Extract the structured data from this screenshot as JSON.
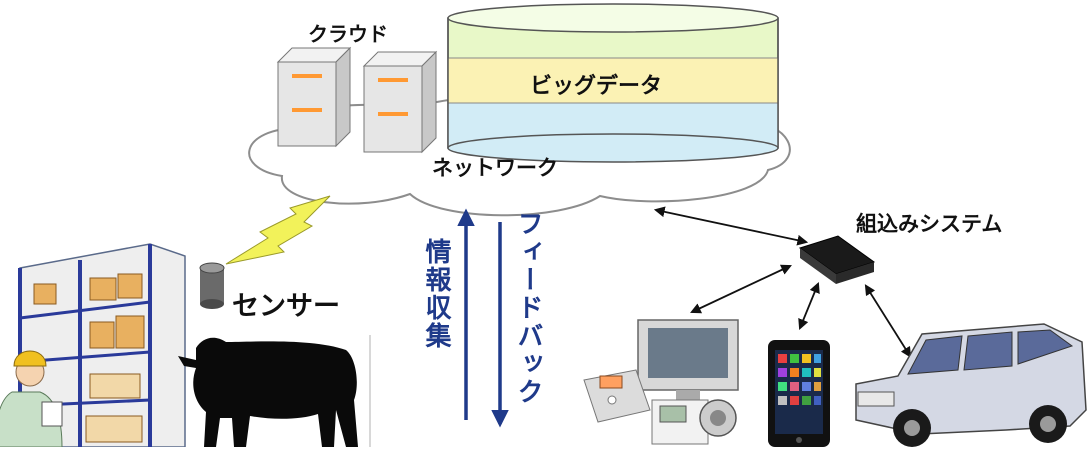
{
  "labels": {
    "cloud": "クラウド",
    "big_data": "ビッグデータ",
    "network": "ネットワーク",
    "embedded": "組込みシステム",
    "sensor": "センサー",
    "info_collection": "情報収集",
    "feedback": "フィードバック"
  },
  "colors": {
    "db_top": "#e8f8c8",
    "db_middle": "#fbf2b4",
    "db_bottom": "#d2ecf6",
    "arrow_blue": "#1f3a8a",
    "bolt": "#f2f25a"
  },
  "icons": [
    "server-icon",
    "database-icon",
    "cloud-icon",
    "lightning-icon",
    "sensor-icon",
    "cow-icon",
    "warehouse-icon",
    "worker-icon",
    "chip-icon",
    "tv-icon",
    "scale-icon",
    "device-icon",
    "smartphone-icon",
    "car-icon"
  ]
}
